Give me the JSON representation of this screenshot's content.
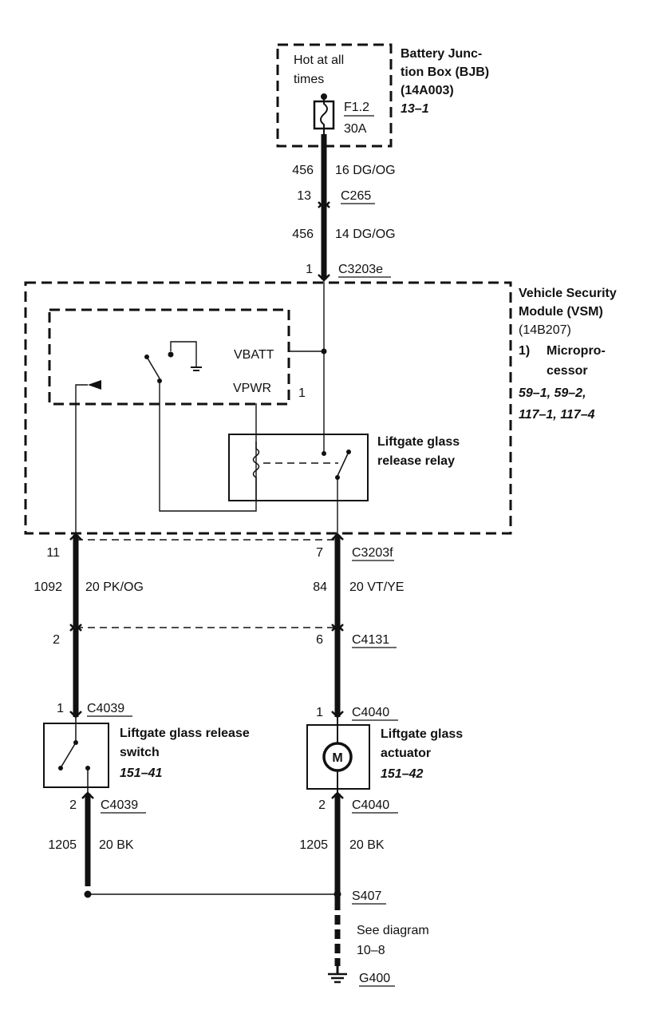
{
  "bjb": {
    "hot_text_1": "Hot at all",
    "hot_text_2": "times",
    "fuse_id": "F1.2",
    "fuse_rating": "30A",
    "title_1": "Battery Junc-",
    "title_2": "tion Box (BJB)",
    "title_3": "(14A003)",
    "ref": "13–1"
  },
  "feed": {
    "w1_circuit": "456",
    "w1_gauge_color": "16 DG/OG",
    "c265_pin": "13",
    "c265": "C265",
    "w2_circuit": "456",
    "w2_gauge_color": "14 DG/OG",
    "c3203e_pin": "1",
    "c3203e": "C3203e"
  },
  "vsm": {
    "title_1": "Vehicle Security",
    "title_2": "Module (VSM)",
    "title_3": "(14B207)",
    "note_num": "1)",
    "note_1": "Micropro-",
    "note_2": "cessor",
    "refs_1": "59–1, 59–2,",
    "refs_2": "117–1, 117–4",
    "vbatt": "VBATT",
    "vpwr": "VPWR",
    "note_marker": "1",
    "relay_1": "Liftgate glass",
    "relay_2": "release relay"
  },
  "left_path": {
    "c3203f_pin": "11",
    "circuit": "1092",
    "gauge_color": "20 PK/OG",
    "c4131_pin": "2",
    "c4039_pin_top": "1",
    "c4039_top": "C4039",
    "switch_1": "Liftgate glass release",
    "switch_2": "switch",
    "switch_ref": "151–41",
    "c4039_pin_bot": "2",
    "c4039_bot": "C4039",
    "gnd_circuit": "1205",
    "gnd_gauge_color": "20 BK"
  },
  "right_path": {
    "c3203f_pin": "7",
    "c3203f": "C3203f",
    "circuit": "84",
    "gauge_color": "20 VT/YE",
    "c4131_pin": "6",
    "c4131": "C4131",
    "c4040_pin_top": "1",
    "c4040_top": "C4040",
    "actuator_1": "Liftgate glass",
    "actuator_2": "actuator",
    "actuator_ref": "151–42",
    "motor": "M",
    "c4040_pin_bot": "2",
    "c4040_bot": "C4040",
    "gnd_circuit": "1205",
    "gnd_gauge_color": "20 BK"
  },
  "ground": {
    "splice": "S407",
    "see_1": "See diagram",
    "see_2": "10–8",
    "g400": "G400"
  }
}
